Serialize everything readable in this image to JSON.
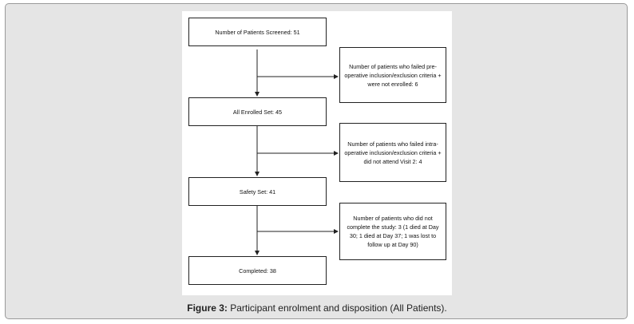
{
  "figure": {
    "main_boxes": [
      {
        "label": "Number of Patients Screened: 51"
      },
      {
        "label": "All Enrolled Set: 45"
      },
      {
        "label": "Safety Set: 41"
      },
      {
        "label": "Completed: 38"
      }
    ],
    "side_boxes": [
      {
        "label": "Number of patients who failed pre-operative inclusion/exclusion criteria + were not enrolled: 6"
      },
      {
        "label": "Number of patients who failed intra-operative inclusion/exclusion criteria + did not attend Visit 2: 4"
      },
      {
        "label": "Number of patients who did not complete the study: 3 (1 died at Day 30; 1 died at Day 37; 1 was lost to follow up at Day 90)"
      }
    ]
  },
  "caption": {
    "prefix": "Figure 3:",
    "text": " Participant enrolment and disposition (All Patients)."
  }
}
